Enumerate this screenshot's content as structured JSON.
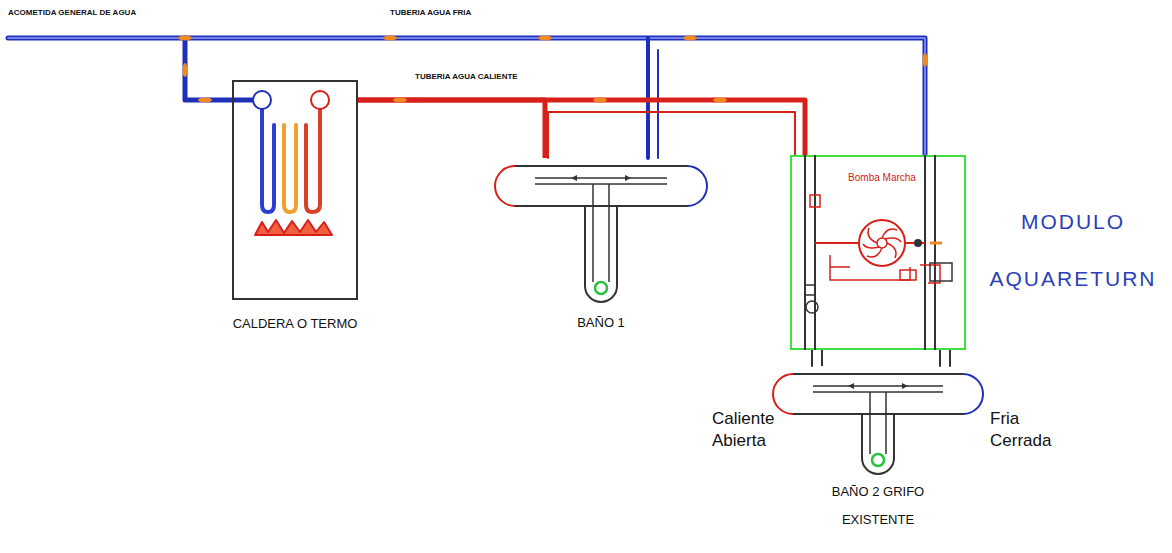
{
  "diagram": {
    "nodes": [
      {
        "text": [
          "CALDERA O TERMO"
        ]
      },
      {
        "text": [
          "BAÑO 1"
        ]
      },
      {
        "text": [
          "MODULO AQUARETURN"
        ]
      },
      {
        "text": [
          "Bomba Marcha"
        ],
        "in": 2
      },
      {
        "text": [
          "BAÑO 2 GRIFO EXISTENTE"
        ]
      }
    ],
    "edges": [
      {
        "from": 0,
        "to": 1,
        "arrow": "none"
      },
      {
        "from": 0,
        "to": 2,
        "arrow": "none"
      },
      {
        "from": 2,
        "to": 4,
        "arrow": "none"
      }
    ],
    "labels": [
      "ACOMETIDA GENERAL DE AGUA",
      "TUBERIA AGUA FRIA",
      "TUBERIA AGUA CALIENTE",
      "Caliente Abierta",
      "Fria Cerrada"
    ]
  }
}
